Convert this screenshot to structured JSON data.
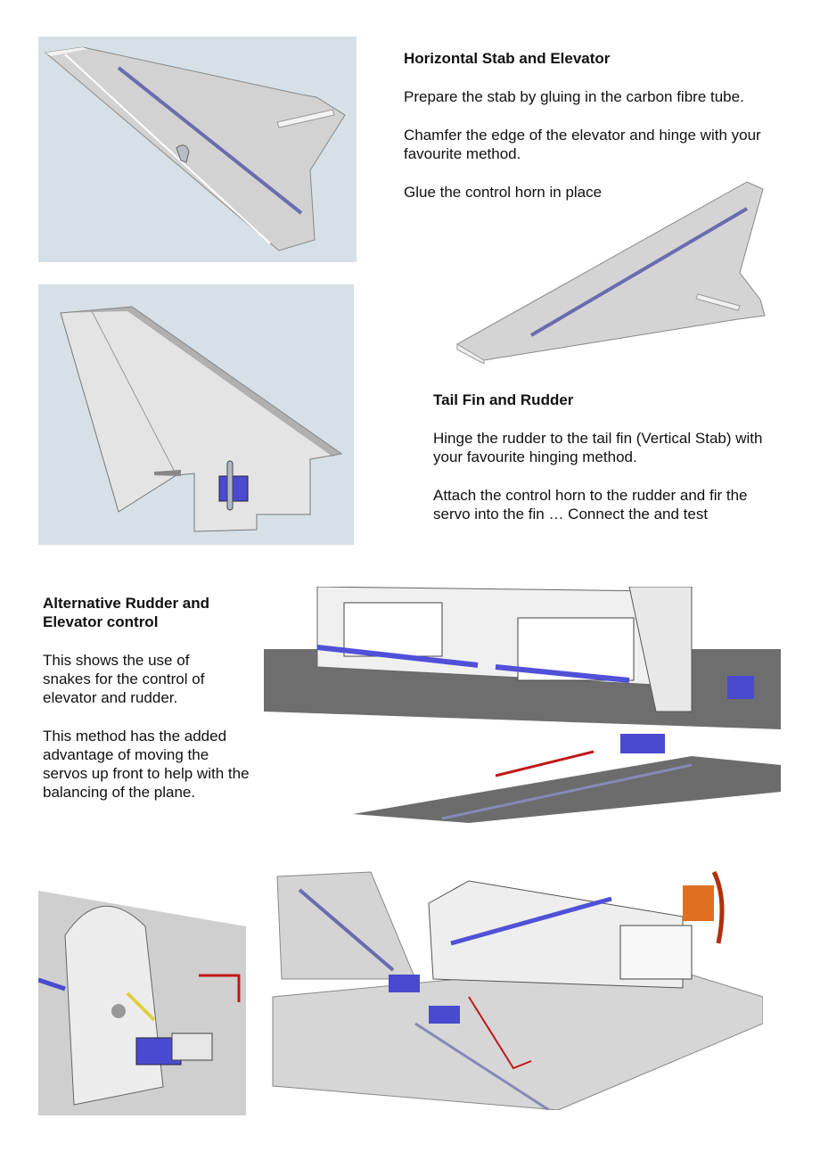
{
  "stab_section": {
    "heading": "Horizontal Stab and Elevator",
    "para1": "Prepare the stab by gluing in the carbon fibre tube.",
    "para2": "Chamfer the edge of the elevator and hinge with your favourite method.",
    "para3": "Glue the control horn in place"
  },
  "fin_section": {
    "heading": "Tail Fin and Rudder",
    "para1": "Hinge the rudder to the tail fin (Vertical Stab) with your favourite hinging method.",
    "para2": "Attach the control horn to the rudder and fir the servo into the fin … Connect the and test"
  },
  "alt_section": {
    "heading": "Alternative Rudder and Elevator control",
    "para1": "This shows the use of snakes for the control of elevator and rudder.",
    "para2": "This method has the added advantage of moving the servos up front to help with the balancing of the plane."
  },
  "colors": {
    "panel_bg": "#d6e0e6",
    "part_gray": "#d3d3d3",
    "servo_blue": "#4a4ad0",
    "rod_yellow": "#e8d840",
    "wire_red": "#c01818",
    "prop_orange": "#e07020"
  }
}
